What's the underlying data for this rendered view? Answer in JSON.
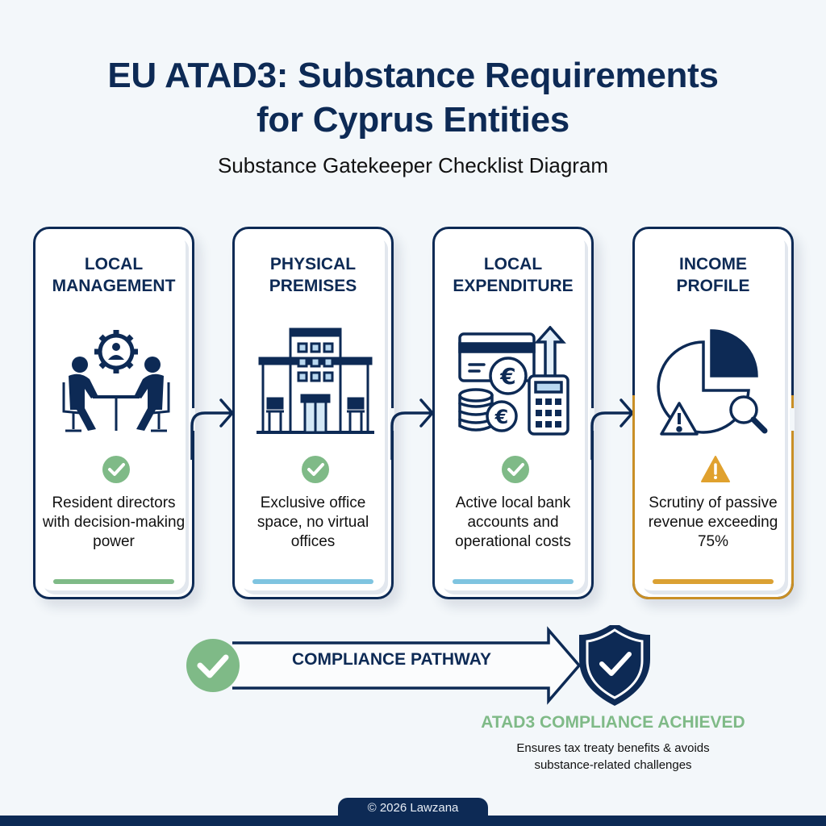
{
  "header": {
    "title_line1": "EU ATAD3: Substance Requirements",
    "title_line2": "for Cyprus Entities",
    "subtitle": "Substance Gatekeeper Checklist Diagram"
  },
  "colors": {
    "navy": "#0d2a55",
    "green": "#7fba87",
    "blue": "#7fc4e0",
    "gold": "#c98f26",
    "background": "#f3f7fa"
  },
  "cards": [
    {
      "title_line1": "LOCAL",
      "title_line2": "MANAGEMENT",
      "icon": "board-meeting-icon",
      "status": "check",
      "description": "Resident directors with decision-making power",
      "bar_color": "#7fba87"
    },
    {
      "title_line1": "PHYSICAL",
      "title_line2": "PREMISES",
      "icon": "office-building-icon",
      "status": "check",
      "description": "Exclusive office space, no virtual offices",
      "bar_color": "#7fc4e0"
    },
    {
      "title_line1": "LOCAL",
      "title_line2": "EXPENDITURE",
      "icon": "euro-expenditure-icon",
      "status": "check",
      "description": "Active local bank accounts and operational costs",
      "bar_color": "#7fc4e0"
    },
    {
      "title_line1": "INCOME",
      "title_line2": "PROFILE",
      "icon": "pie-chart-warning-icon",
      "status": "warning",
      "description": "Scrutiny of passive revenue exceeding 75%",
      "bar_color": "#c98f26"
    }
  ],
  "pathway": {
    "label": "COMPLIANCE PATHWAY",
    "result_title": "ATAD3 COMPLIANCE ACHIEVED",
    "result_desc_line1": "Ensures tax treaty benefits & avoids",
    "result_desc_line2": "substance-related challenges"
  },
  "footer": {
    "copyright": "© 2026 Lawzana"
  }
}
